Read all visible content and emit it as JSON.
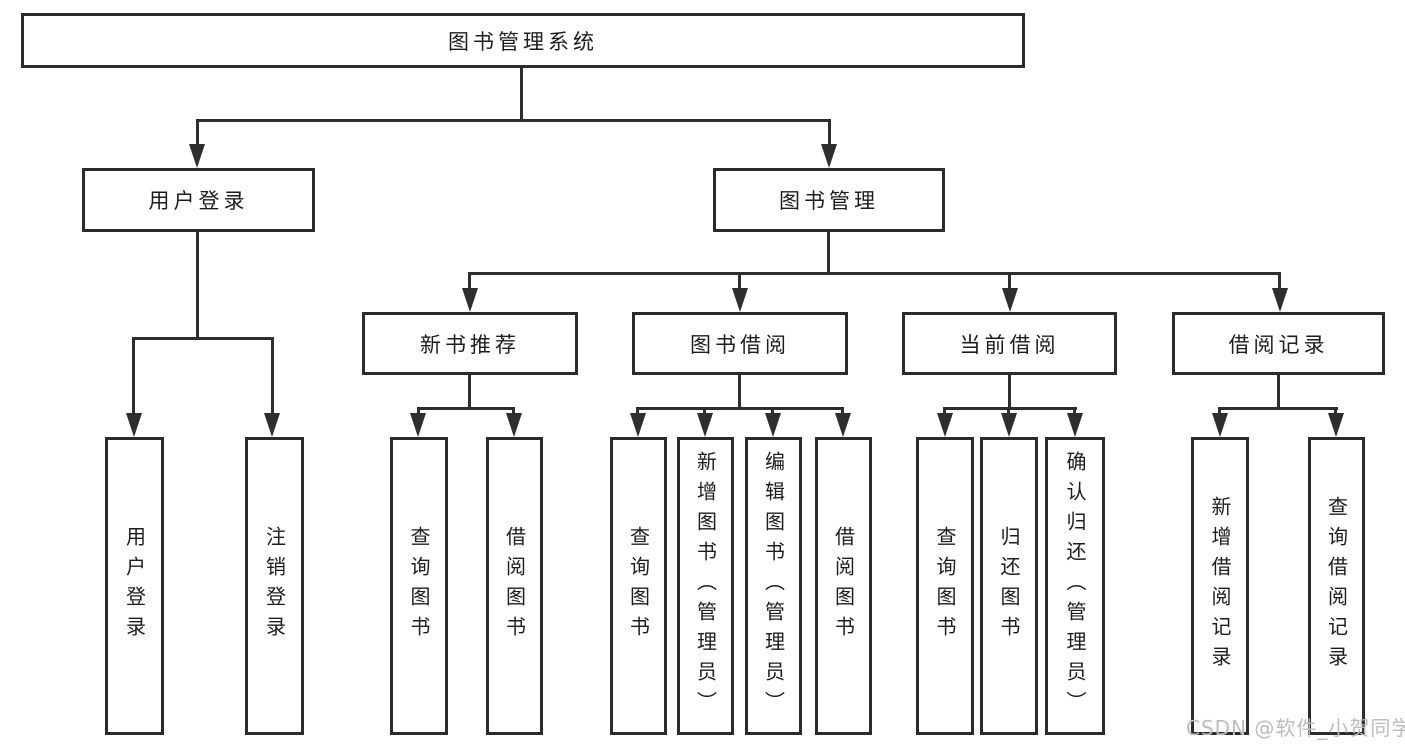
{
  "colors": {
    "background": "#ffffff",
    "line": "#2e2e2e",
    "box_border": "#2b2b2b",
    "text": "#1d1d1d",
    "watermark": "#bcbcbc"
  },
  "tree": {
    "root": {
      "label": "图书管理系统",
      "children": [
        {
          "label": "用户登录",
          "children": [
            {
              "label": "用户登录"
            },
            {
              "label": "注销登录"
            }
          ]
        },
        {
          "label": "图书管理",
          "children": [
            {
              "label": "新书推荐",
              "children": [
                {
                  "label": "查询图书"
                },
                {
                  "label": "借阅图书"
                }
              ]
            },
            {
              "label": "图书借阅",
              "children": [
                {
                  "label": "查询图书"
                },
                {
                  "label": "新增图书（管理员）"
                },
                {
                  "label": "编辑图书（管理员）"
                },
                {
                  "label": "借阅图书"
                }
              ]
            },
            {
              "label": "当前借阅",
              "children": [
                {
                  "label": "查询图书"
                },
                {
                  "label": "归还图书"
                },
                {
                  "label": "确认归还（管理员）"
                }
              ]
            },
            {
              "label": "借阅记录",
              "children": [
                {
                  "label": "新增借阅记录"
                },
                {
                  "label": "查询借阅记录"
                }
              ]
            }
          ]
        }
      ]
    }
  },
  "watermark": {
    "text": "CSDN @软件_小贺同学"
  }
}
